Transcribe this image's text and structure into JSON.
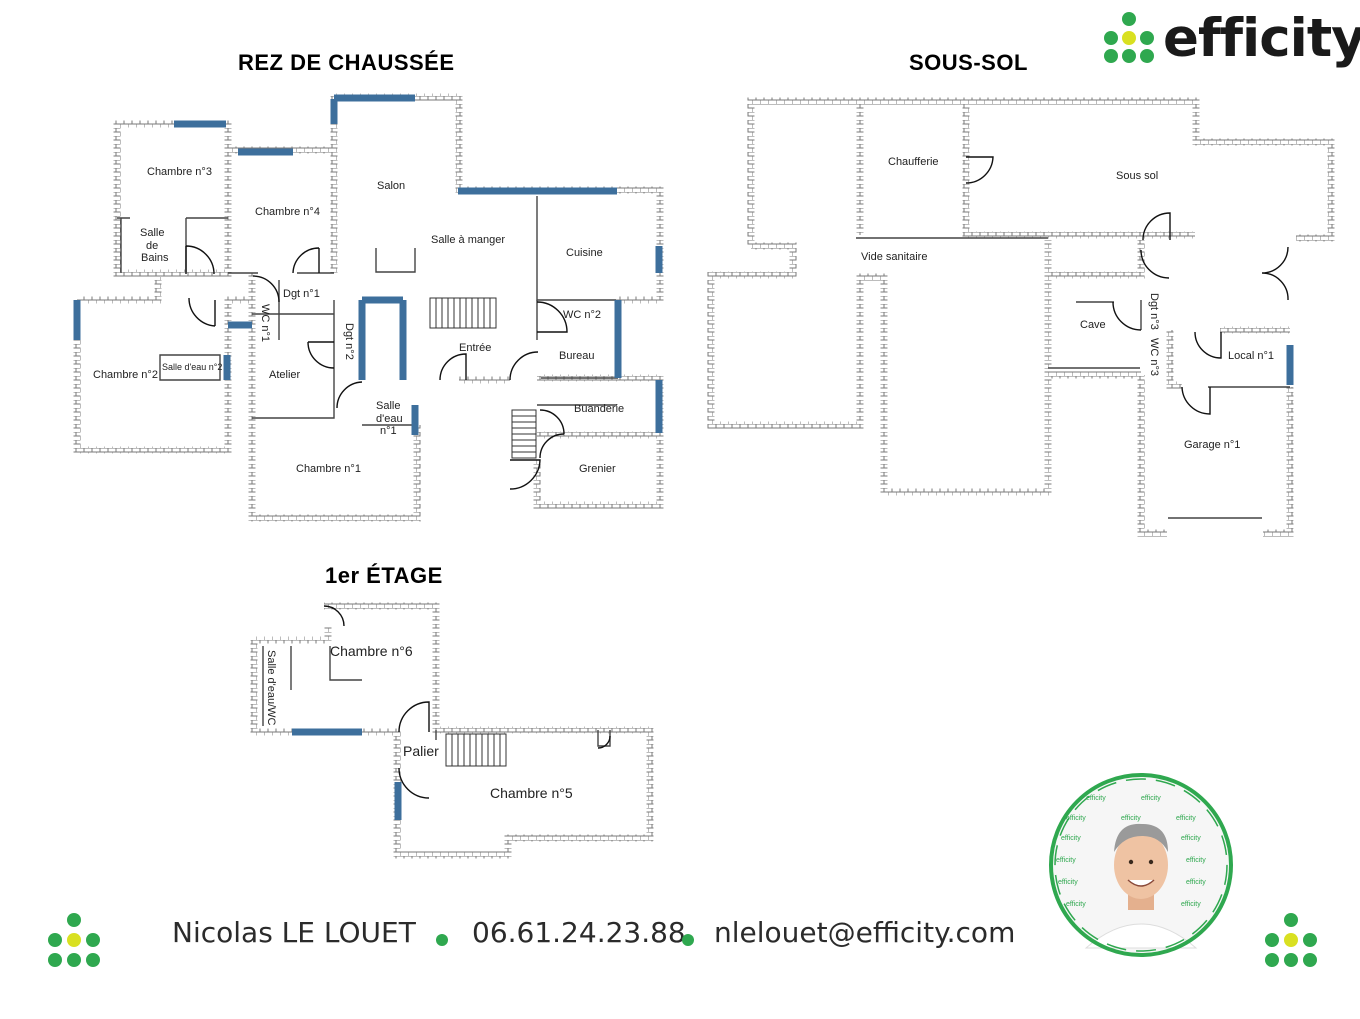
{
  "brand": {
    "name": "efficity",
    "colors": {
      "green": "#2fa84f",
      "yellow": "#d9e021",
      "text": "#1a1a1a"
    },
    "logo_icon": "dot-cluster-logo-icon"
  },
  "sections": {
    "ground_floor": "REZ DE CHAUSSÉE",
    "basement": "SOUS-SOL",
    "first_floor": "1er ÉTAGE"
  },
  "ground_floor_rooms": {
    "chambre3": "Chambre n°3",
    "chambre4": "Chambre n°4",
    "salon": "Salon",
    "salle_a_manger": "Salle à manger",
    "cuisine": "Cuisine",
    "salle_bains": [
      "Salle",
      "de",
      "Bains"
    ],
    "dgt1": "Dgt n°1",
    "wc1": "WC n°1",
    "dgt2": "Dgt n°2",
    "wc2": "WC n°2",
    "chambre2": "Chambre n°2",
    "salle_eau2": "Salle d'eau n°2",
    "atelier": "Atelier",
    "entree": "Entrée",
    "bureau": "Bureau",
    "salle_eau1": [
      "Salle",
      "d'eau",
      "n°1"
    ],
    "buanderie": "Buanderie",
    "chambre1": "Chambre n°1",
    "grenier": "Grenier"
  },
  "basement_rooms": {
    "chaufferie": "Chaufferie",
    "sous_sol": "Sous sol",
    "vide_sanitaire": "Vide sanitaire",
    "cave": "Cave",
    "dgt3": "Dgt n°3",
    "wc3": "WC n°3",
    "local1": "Local n°1",
    "garage1": "Garage n°1"
  },
  "first_floor_rooms": {
    "chambre6": "Chambre n°6",
    "salle_eau_wc": "Salle d'eau/WC",
    "palier": "Palier",
    "chambre5": "Chambre n°5"
  },
  "contact": {
    "name": "Nicolas LE LOUET",
    "phone": "06.61.24.23.88",
    "email": "nlelouet@efficity.com"
  },
  "agent_photo": {
    "icon": "agent-portrait-icon",
    "ring_color": "#2fa84f"
  }
}
